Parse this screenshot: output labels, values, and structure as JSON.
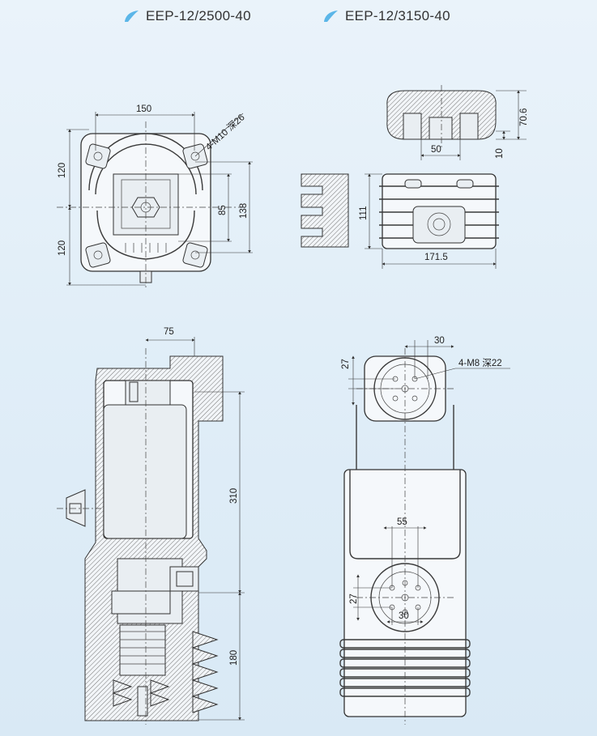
{
  "header": {
    "model_a": "EEP-12/2500-40",
    "model_b": "EEP-12/3150-40"
  },
  "icons": {
    "header_marker": "leaf-icon"
  },
  "colors": {
    "accent": "#5bb6e8",
    "background": "#e1eef8",
    "line": "#333333"
  },
  "views": {
    "top_left": {
      "dim_width": "150",
      "dim_hole": "4-M10 深26",
      "dim_upper": "120",
      "dim_lower": "120",
      "dim_inner": "85",
      "dim_outer": "138"
    },
    "top_right": {
      "dim_height": "70.6",
      "dim_base": "10",
      "dim_slot": "50",
      "dim_side": "111",
      "dim_length": "171.5"
    },
    "bottom_left": {
      "dim_offset": "75",
      "dim_total": "310",
      "dim_lower": "180"
    },
    "bottom_right": {
      "dim_top_x": "30",
      "dim_top_y": "27",
      "dim_thread": "4-M8 深22",
      "dim_mid_x": "55",
      "dim_low_y": "27",
      "dim_low_x": "30"
    }
  }
}
